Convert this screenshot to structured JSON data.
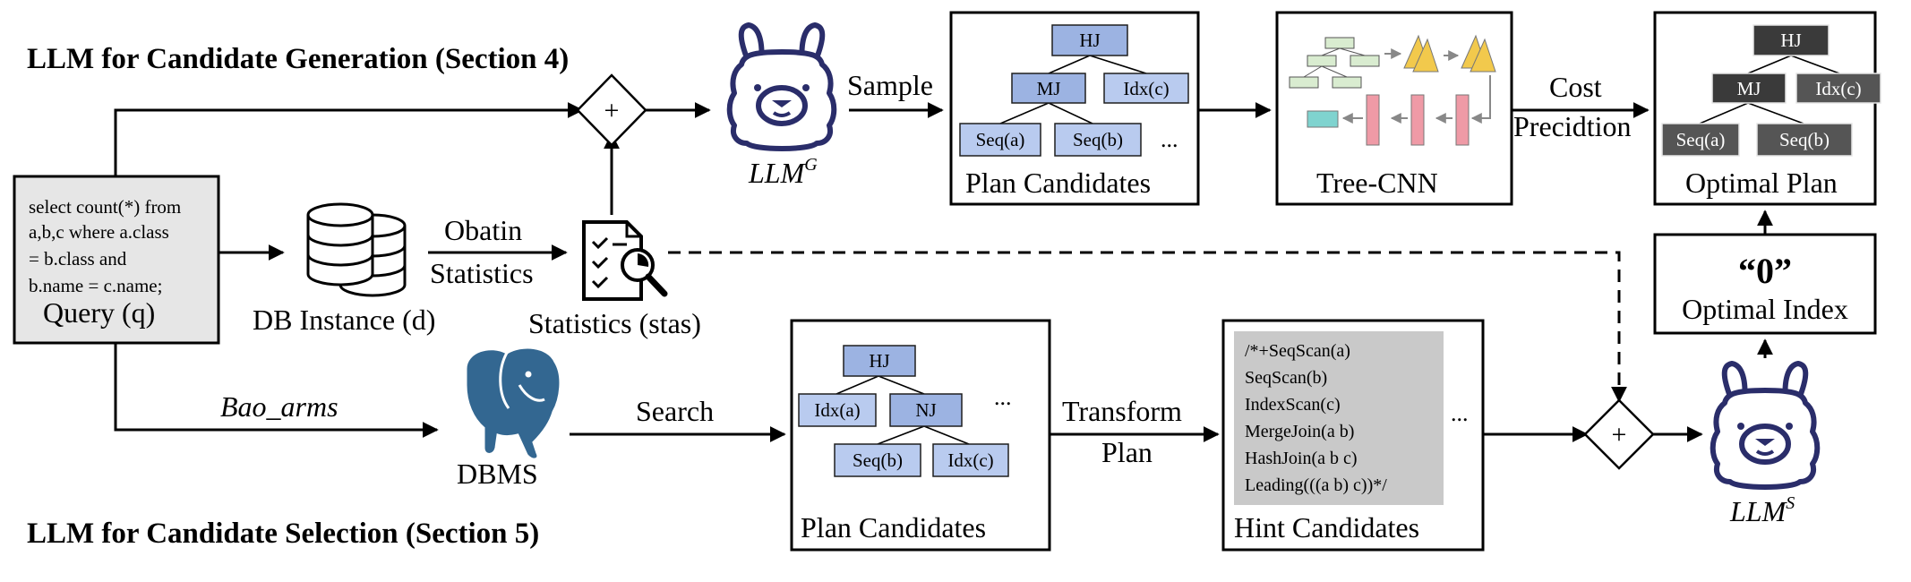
{
  "titles": {
    "generation": "LLM for Candidate Generation (Section 4)",
    "selection": "LLM for Candidate Selection (Section 5)"
  },
  "query": {
    "lines": [
      "select count(*) from",
      "a,b,c where a.class",
      "= b.class and",
      "b.name = c.name;"
    ],
    "label": "Query (q)"
  },
  "db_instance": {
    "label": "DB Instance (d)"
  },
  "statistics": {
    "edge_line1": "Obatin",
    "edge_line2": "Statistics",
    "label": "Statistics (stas)"
  },
  "plus_symbol": "+",
  "llm_g": {
    "base": "LLM",
    "sup": "G"
  },
  "llm_s": {
    "base": "LLM",
    "sup": "S"
  },
  "edges": {
    "sample": "Sample",
    "cost_line1": "Cost",
    "cost_line2": "Precidtion",
    "bao_arms": "Bao_arms",
    "search": "Search",
    "transform_line1": "Transform",
    "transform_line2": "Plan"
  },
  "plan_candidates_top": {
    "label": "Plan Candidates",
    "nodes": {
      "root": "HJ",
      "mid_left": "MJ",
      "mid_right": "Idx(c)",
      "leaf_left": "Seq(a)",
      "leaf_right": "Seq(b)"
    },
    "ellipsis": "..."
  },
  "tree_cnn": {
    "label": "Tree-CNN"
  },
  "optimal_plan": {
    "label": "Optimal Plan",
    "nodes": {
      "root": "HJ",
      "mid_left": "MJ",
      "mid_right": "Idx(c)",
      "leaf_left": "Seq(a)",
      "leaf_right": "Seq(b)"
    }
  },
  "optimal_index": {
    "value": "“0”",
    "label": "Optimal Index"
  },
  "dbms": {
    "label": "DBMS"
  },
  "plan_candidates_bottom": {
    "label": "Plan Candidates",
    "nodes": {
      "root": "HJ",
      "mid_left": "Idx(a)",
      "mid_right": "NJ",
      "leaf_left": "Seq(b)",
      "leaf_right": "Idx(c)"
    },
    "ellipsis": "..."
  },
  "hint_candidates": {
    "label": "Hint Candidates",
    "lines": [
      "/*+SeqScan(a)",
      "SeqScan(b)",
      "IndexScan(c)",
      "MergeJoin(a b)",
      "HashJoin(a b c)",
      "Leading(((a b) c))*/"
    ],
    "ellipsis": "..."
  },
  "colors": {
    "plan_node_blue": "#9cb3e2",
    "plan_node_dark": "#3a3a3a",
    "query_box_fill": "#e6e6e6",
    "hint_box_fill": "#c9c9c9",
    "postgres_blue": "#336791",
    "llama_stroke": "#2a2d6a",
    "tree_cnn_yellow": "#f2c94c",
    "tree_cnn_pink": "#ef9aa6",
    "tree_cnn_teal": "#7fd3cf",
    "tree_cnn_green": "#d9ecd0"
  }
}
